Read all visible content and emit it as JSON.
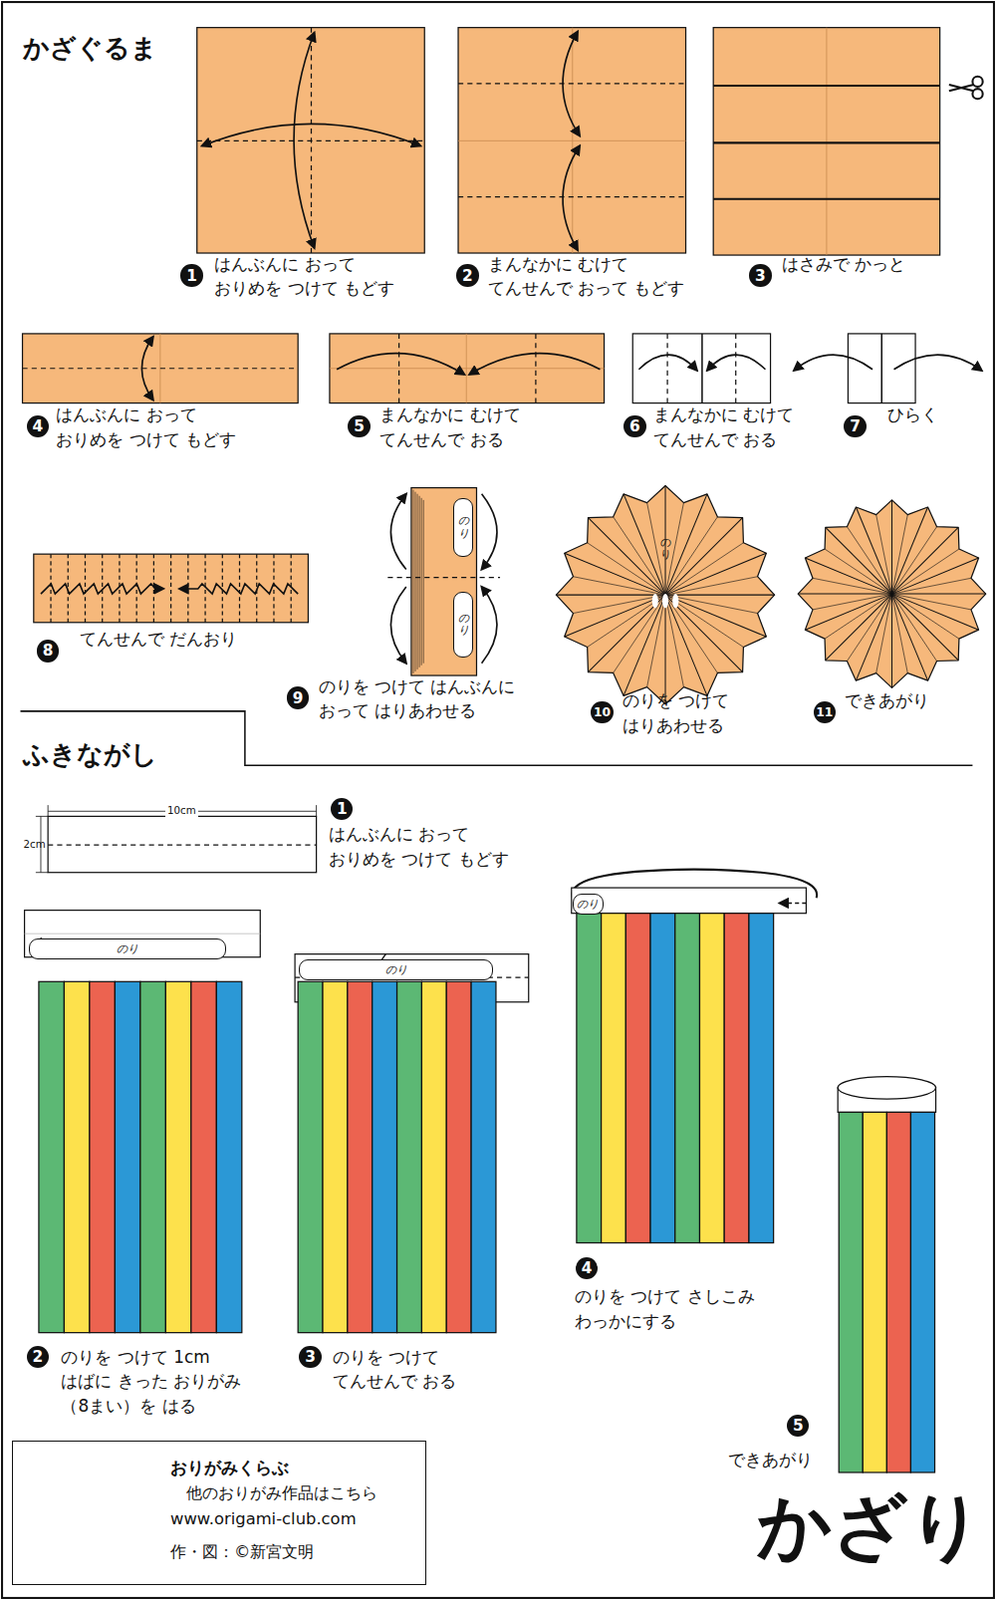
{
  "diagram": {
    "title": "かざり",
    "nodes": [
      {
        "text": [
          "のり"
        ]
      },
      {
        "text": [
          "のり"
        ]
      },
      {
        "text": [
          "のり"
        ]
      },
      {
        "text": [
          "のり"
        ]
      },
      {
        "text": [
          "のり"
        ]
      },
      {
        "text": [
          "おりがみくらぶ",
          "他のおりがみ作品はこちら",
          "www.origami-club.com",
          "作・図：©新宮文明"
        ]
      }
    ],
    "labels": [
      "かざぐるま",
      "1",
      "はんぶんに おって",
      "おりめを つけて もどす",
      "2",
      "まんなかに むけて",
      "てんせんで おって もどす",
      "3",
      "はさみで かっと",
      "4",
      "はんぶんに おって",
      "おりめを つけて もどす",
      "5",
      "まんなかに むけて",
      "てんせんで おる",
      "6",
      "まんなかに むけて",
      "てんせんで おる",
      "7",
      "ひらく",
      "8",
      "てんせんで だんおり",
      "9",
      "のりを つけて はんぶんに",
      "おって はりあわせる",
      "のり",
      "10",
      "のりを つけて",
      "はりあわせる",
      "11",
      "できあがり",
      "ふきながし",
      "10cm",
      "2cm",
      "1",
      "はんぶんに おって",
      "おりめを つけて もどす",
      "2",
      "のりを つけて 1cm",
      "はばに きった おりがみ",
      "（8まい）を はる",
      "3",
      "のりを つけて",
      "てんせんで おる",
      "4",
      "のりを つけて さしこみ",
      "わっかにする",
      "5",
      "できあがり"
    ]
  }
}
